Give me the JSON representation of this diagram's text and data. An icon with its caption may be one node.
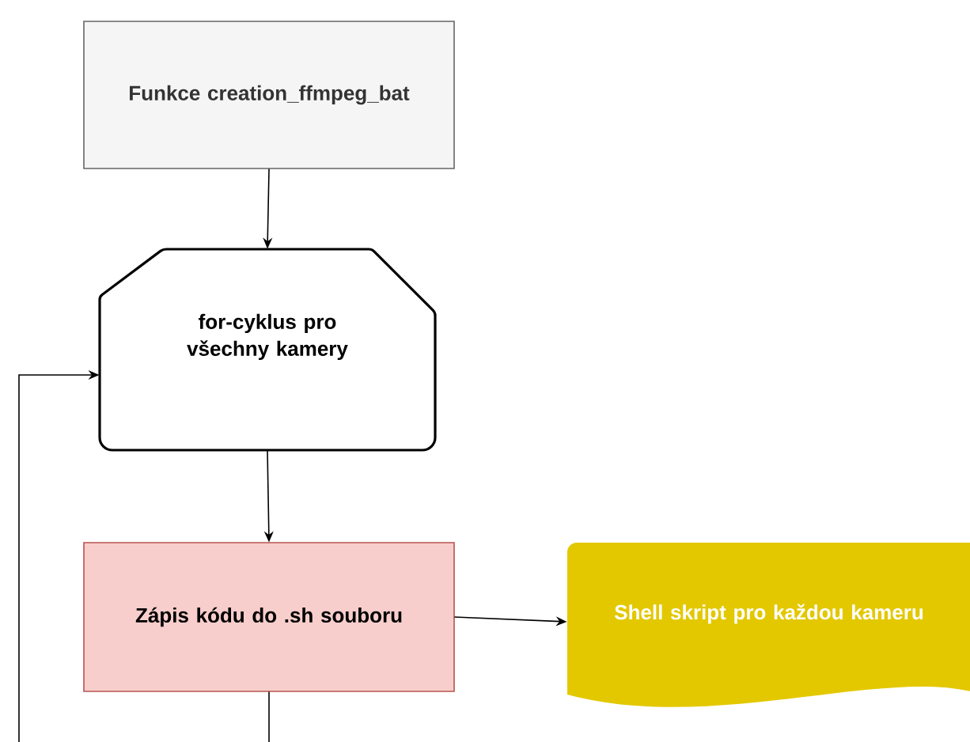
{
  "diagram": {
    "nodes": [
      {
        "text": [
          "Funkce creation_ffmpeg_bat"
        ]
      },
      {
        "text": [
          "for-cyklus pro všechny kamery"
        ]
      },
      {
        "text": [
          "Zápis kódu do .sh souboru"
        ]
      },
      {
        "text": [
          "Shell skript pro každou kameru"
        ]
      }
    ],
    "edges": [
      {
        "from": 0,
        "to": 1,
        "arrow": "to"
      },
      {
        "from": 1,
        "to": 2,
        "arrow": "to"
      },
      {
        "from": 2,
        "to": 3,
        "arrow": "to"
      },
      {
        "from": 2,
        "to": 1,
        "arrow": "to"
      }
    ]
  }
}
